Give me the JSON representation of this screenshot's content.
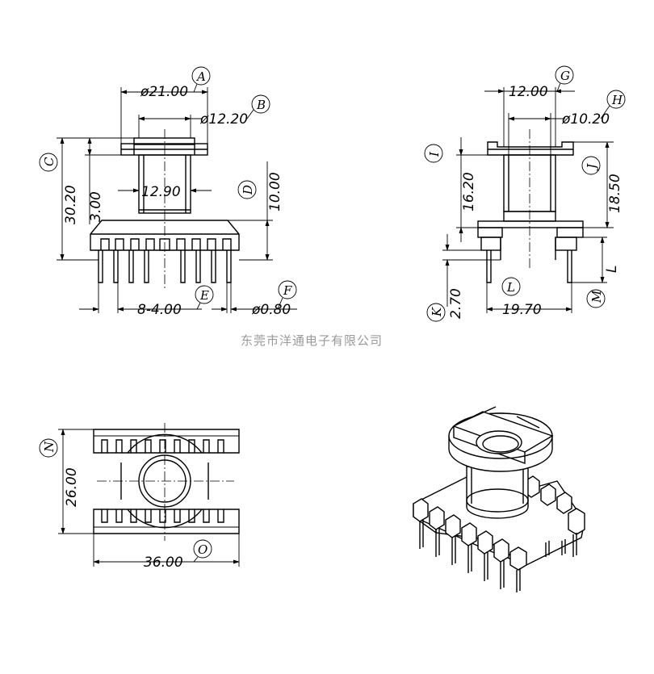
{
  "watermark": "东莞市洋通电子有限公司",
  "front_view": {
    "dims": {
      "d21": "ø21.00",
      "d1220": "ø12.20",
      "h3020": "30.20",
      "h300": "3.00",
      "w1290": "12.90",
      "h1000": "10.00",
      "pitch": "8-4.00",
      "pin": "ø0.80"
    },
    "callouts": {
      "A": "A",
      "B": "B",
      "C": "C",
      "D": "D",
      "E": "E",
      "F": "F"
    }
  },
  "side_view": {
    "dims": {
      "w1200": "12.00",
      "d1020": "ø10.20",
      "h1620": "16.20",
      "h1850": "18.50",
      "h270": "2.70",
      "w1970": "19.70"
    },
    "callouts": {
      "G": "G",
      "H": "H",
      "I": "I",
      "J": "J",
      "K": "K",
      "L_circle": "L",
      "L_letter": "L",
      "M": "M"
    }
  },
  "top_view": {
    "dims": {
      "h2600": "26.00",
      "w3600": "36.00"
    },
    "callouts": {
      "N": "N",
      "O": "O"
    }
  },
  "iso_view": {}
}
